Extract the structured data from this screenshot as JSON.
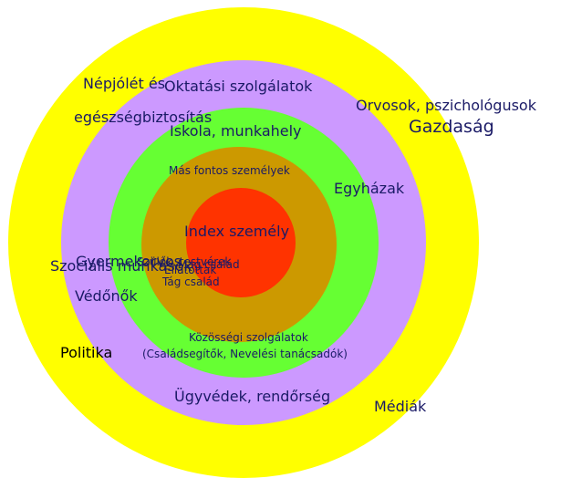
{
  "colors": {
    "background": "#ffffff",
    "ring_outer": "#ffff00",
    "ring_purple": "#cc99ff",
    "ring_green": "#66ff33",
    "ring_brown": "#cc9900",
    "ring_core": "#ff3300",
    "text_dark": "#1a1a66",
    "text_black": "#000000"
  },
  "diagram": {
    "labels": {
      "nepjolet_line1": "Népjólét és",
      "nepjolet_line2": "egészségbiztosítás",
      "oktatasi": "Oktatási szolgálatok",
      "orvosok": "Orvosok, pszichológusok",
      "gazdasag": "Gazdaság",
      "iskola": "Iskola, munkahely",
      "mas_fontos": "Más fontos személyek",
      "egyhazak": "Egyházak",
      "index": "Index személy",
      "szocialis": "Szociális munkások",
      "gyermekorvos": "Gyermekorvos",
      "szulok": "Szülők, testvérek",
      "mag_csalad": "Mag család",
      "ellatas": "Ellátottak",
      "tag_csalad": "Tág család",
      "vedonok": "Védőnők",
      "kozossegi_line1": "Közösségi szolgálatok",
      "kozossegi_line2": "(Családsegítők, Nevelési tanácsadók)",
      "politika": "Politika",
      "ugyvedek": "Ügyvédek, rendőrség",
      "mediak": "Médiák"
    }
  }
}
